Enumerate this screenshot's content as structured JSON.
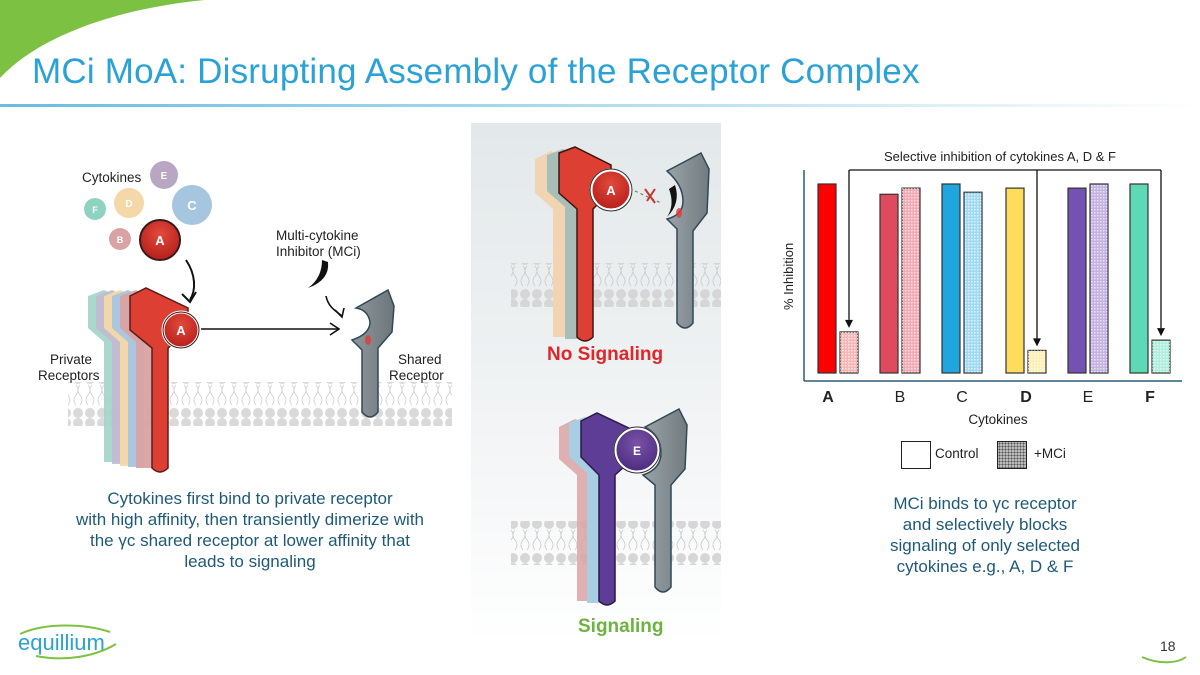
{
  "slide": {
    "title": "MCi MoA: Disrupting Assembly of the Receptor Complex",
    "page_number": "18",
    "brand": {
      "logo_text": "equillium",
      "primary_color": "#2aa2d6",
      "accent_color": "#7dc142"
    }
  },
  "left_diagram": {
    "cytokines_label": "Cytokines",
    "cytokines": [
      {
        "letter": "E",
        "color": "#b9a6c3"
      },
      {
        "letter": "F",
        "color": "#8ed3c2"
      },
      {
        "letter": "D",
        "color": "#f4d8a8"
      },
      {
        "letter": "C",
        "color": "#a6c6df"
      },
      {
        "letter": "B",
        "color": "#d9a3a3"
      },
      {
        "letter": "A",
        "color": "#d63a2f"
      }
    ],
    "bound_cytokine": "A",
    "inhibitor_label_line1": "Multi-cytokine",
    "inhibitor_label_line2": "Inhibitor (MCi)",
    "private_label_line1": "Private",
    "private_label_line2": "Receptors",
    "shared_label_line1": "Shared",
    "shared_label_line2": "Receptor",
    "caption_lines": [
      "Cytokines first bind to private receptor",
      "with high affinity, then transiently dimerize with",
      "the γc shared receptor at lower affinity that",
      "leads to signaling"
    ]
  },
  "middle_diagram": {
    "top_cytokine": "A",
    "top_label": "No Signaling",
    "top_label_color": "#e0262b",
    "bottom_cytokine": "E",
    "bottom_label": "Signaling",
    "bottom_label_color": "#6db33f"
  },
  "chart_data": {
    "type": "bar",
    "title": "Selective inhibition of cytokines A, D & F",
    "xlabel": "Cytokines",
    "ylabel": "% Inhibition",
    "categories": [
      "A",
      "B",
      "C",
      "D",
      "E",
      "F"
    ],
    "bold_categories": [
      "A",
      "D",
      "F"
    ],
    "ylim": [
      0,
      100
    ],
    "grid": false,
    "series": [
      {
        "name": "Control",
        "values": [
          92,
          87,
          92,
          90,
          90,
          92
        ],
        "colors": [
          "#ff0000",
          "#e04a5f",
          "#1fa6df",
          "#fedd5c",
          "#7452b2",
          "#5dd9b6"
        ]
      },
      {
        "name": "+MCi",
        "values": [
          20,
          90,
          88,
          11,
          92,
          16
        ],
        "colors": [
          "#f7b6b6",
          "#f2a9b4",
          "#9fd9f2",
          "#fdf0b4",
          "#c4b2e3",
          "#aeeedd"
        ]
      }
    ],
    "highlighted": [
      "A",
      "D",
      "F"
    ],
    "legend": [
      {
        "label": "Control",
        "style": "solid"
      },
      {
        "label": "+MCi",
        "style": "dotted"
      }
    ],
    "legend_placement": "bottom",
    "caption_lines": [
      "MCi binds to γc receptor",
      "and selectively blocks",
      "signaling of only selected",
      "cytokines e.g., A, D & F"
    ]
  }
}
